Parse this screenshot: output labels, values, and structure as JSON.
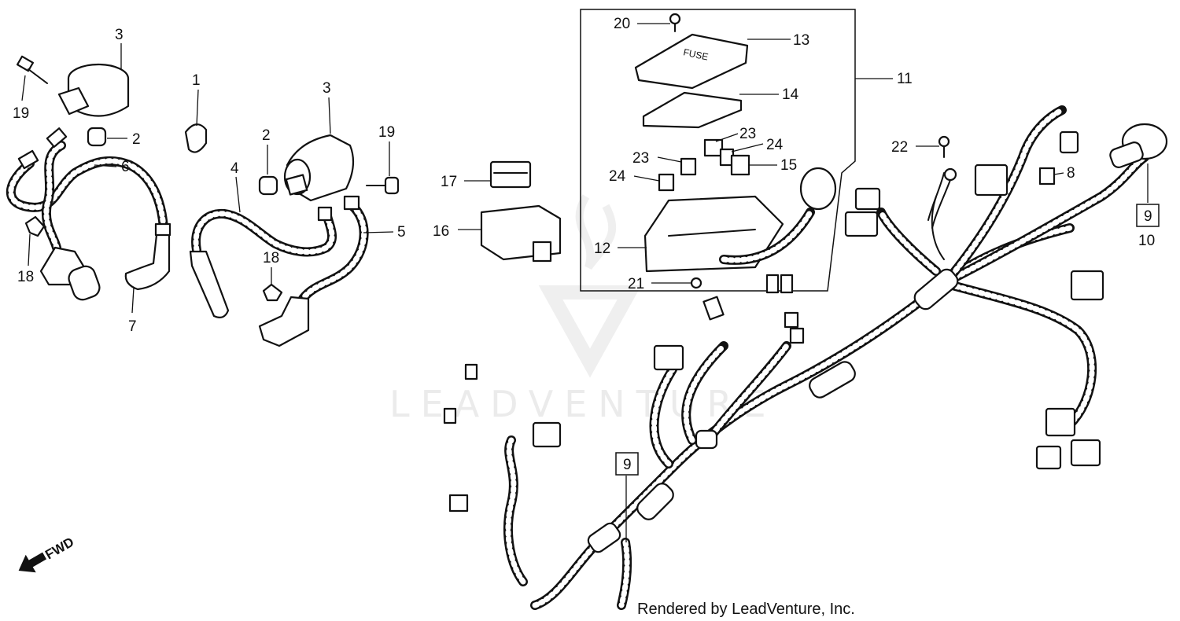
{
  "labels": {
    "l1": "1",
    "l2a": "2",
    "l2b": "2",
    "l3a": "3",
    "l3b": "3",
    "l4": "4",
    "l5": "5",
    "l6": "6",
    "l7": "7",
    "l8": "8",
    "l9a": "9",
    "l9b": "9",
    "l10": "10",
    "l11": "11",
    "l12": "12",
    "l13": "13",
    "l14": "14",
    "l15": "15",
    "l16": "16",
    "l17": "17",
    "l18a": "18",
    "l18b": "18",
    "l19a": "19",
    "l19b": "19",
    "l20": "20",
    "l21": "21",
    "l22": "22",
    "l23a": "23",
    "l23b": "23",
    "l24a": "24",
    "l24b": "24"
  },
  "fuse_box_text": "FUSE",
  "fwd_text": "FWD",
  "watermark_text": "LEADVENTURE",
  "credit_text": "Rendered by LeadVenture, Inc."
}
